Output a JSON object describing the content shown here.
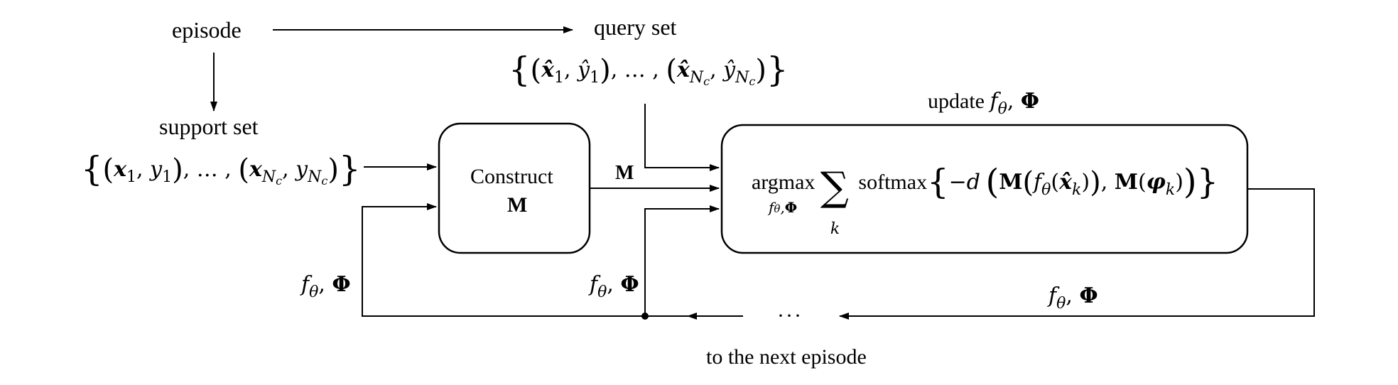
{
  "labels": {
    "episode": "episode",
    "query_set": "query set",
    "support_set": "support set",
    "construct": "Construct",
    "construct_M": "M",
    "arrow_M": "M",
    "update": "update",
    "to_next_episode": "to the next episode",
    "ellipsis": "···"
  },
  "math": {
    "theta_phi": "f_θ, Φ",
    "objective": "argmax_{f_θ,Φ} Σ_k softmax{−d(M(f_θ(x̂_k)), M(φ_k))}",
    "query_set_expr": "{(x̂_1, ŷ_1), …, (x̂_Nc, ŷ_Nc)}",
    "support_set_expr": "{(x_1, y_1), …, (x_Nc, y_Nc)}"
  }
}
